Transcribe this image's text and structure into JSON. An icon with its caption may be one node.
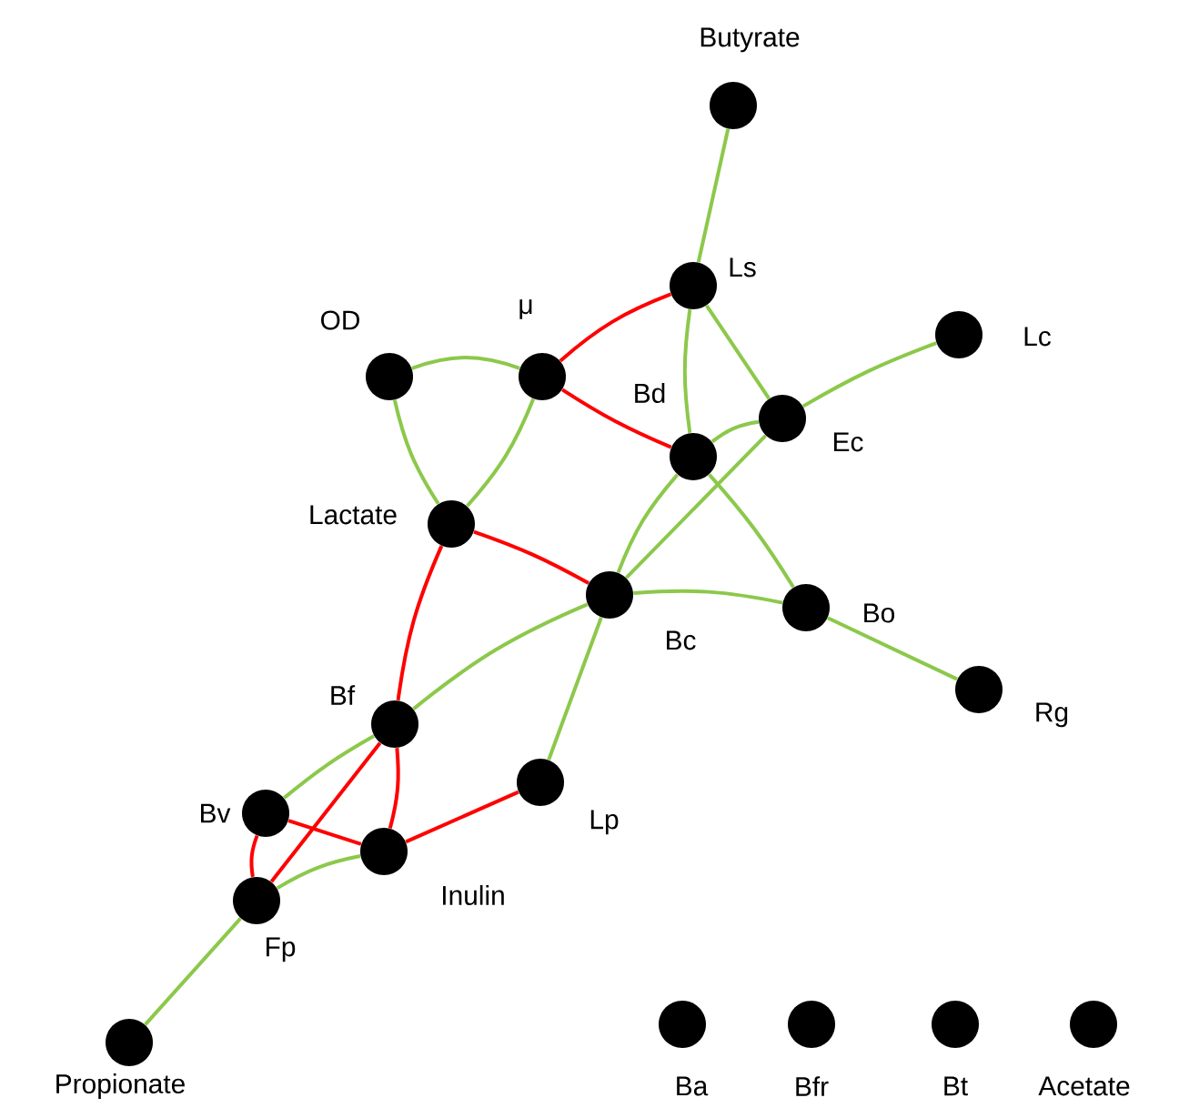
{
  "diagram": {
    "nodes": [
      {
        "text": [],
        "shape": "circle",
        "beside": [
          "Butyrate"
        ]
      },
      {
        "text": [],
        "shape": "circle",
        "beside": [
          "Ls"
        ]
      },
      {
        "text": [],
        "shape": "circle",
        "beside": [
          "OD"
        ]
      },
      {
        "text": [],
        "shape": "circle",
        "beside": [
          "μ"
        ]
      },
      {
        "text": [],
        "shape": "circle",
        "beside": [
          "Bd"
        ]
      },
      {
        "text": [],
        "shape": "circle",
        "beside": [
          "Ec"
        ]
      },
      {
        "text": [],
        "shape": "circle",
        "beside": [
          "Lc"
        ]
      },
      {
        "text": [],
        "shape": "circle",
        "beside": [
          "Lactate"
        ]
      },
      {
        "text": [],
        "shape": "circle",
        "beside": [
          "Bc"
        ]
      },
      {
        "text": [],
        "shape": "circle",
        "beside": [
          "Bo"
        ]
      },
      {
        "text": [],
        "shape": "circle",
        "beside": [
          "Rg"
        ]
      },
      {
        "text": [],
        "shape": "circle",
        "beside": [
          "Bf"
        ]
      },
      {
        "text": [],
        "shape": "circle",
        "beside": [
          "Bv"
        ]
      },
      {
        "text": [],
        "shape": "circle",
        "beside": [
          "Lp"
        ]
      },
      {
        "text": [],
        "shape": "circle",
        "beside": [
          "Inulin"
        ]
      },
      {
        "text": [],
        "shape": "circle",
        "beside": [
          "Fp"
        ]
      },
      {
        "text": [],
        "shape": "circle",
        "beside": [
          "Propionate"
        ]
      },
      {
        "text": [],
        "shape": "circle",
        "beside": [
          "Ba"
        ]
      },
      {
        "text": [],
        "shape": "circle",
        "beside": [
          "Bfr"
        ]
      },
      {
        "text": [],
        "shape": "circle",
        "beside": [
          "Bt"
        ]
      },
      {
        "text": [],
        "shape": "circle",
        "beside": [
          "Acetate"
        ]
      }
    ],
    "edges": [
      {
        "from": 0,
        "to": 1,
        "arrow": "none"
      },
      {
        "from": 1,
        "to": 4,
        "arrow": "none"
      },
      {
        "from": 1,
        "to": 5,
        "arrow": "none"
      },
      {
        "from": 2,
        "to": 3,
        "arrow": "none"
      },
      {
        "from": 2,
        "to": 7,
        "arrow": "none"
      },
      {
        "from": 3,
        "to": 7,
        "arrow": "none"
      },
      {
        "from": 4,
        "to": 5,
        "arrow": "none"
      },
      {
        "from": 5,
        "to": 6,
        "arrow": "none"
      },
      {
        "from": 5,
        "to": 8,
        "arrow": "none"
      },
      {
        "from": 4,
        "to": 8,
        "arrow": "none"
      },
      {
        "from": 4,
        "to": 9,
        "arrow": "none"
      },
      {
        "from": 8,
        "to": 9,
        "arrow": "none"
      },
      {
        "from": 9,
        "to": 10,
        "arrow": "none"
      },
      {
        "from": 8,
        "to": 11,
        "arrow": "none"
      },
      {
        "from": 11,
        "to": 12,
        "arrow": "none"
      },
      {
        "from": 8,
        "to": 13,
        "arrow": "none"
      },
      {
        "from": 15,
        "to": 14,
        "arrow": "none"
      },
      {
        "from": 15,
        "to": 16,
        "arrow": "none"
      },
      {
        "from": 3,
        "to": 1,
        "arrow": "none",
        "color": "#ff0000"
      },
      {
        "from": 3,
        "to": 4,
        "arrow": "none",
        "color": "#ff0000"
      },
      {
        "from": 7,
        "to": 8,
        "arrow": "none",
        "color": "#ff0000"
      },
      {
        "from": 7,
        "to": 11,
        "arrow": "none",
        "color": "#ff0000"
      },
      {
        "from": 11,
        "to": 15,
        "arrow": "none",
        "color": "#ff0000"
      },
      {
        "from": 11,
        "to": 14,
        "arrow": "none",
        "color": "#ff0000"
      },
      {
        "from": 12,
        "to": 14,
        "arrow": "none",
        "color": "#ff0000"
      },
      {
        "from": 12,
        "to": 15,
        "arrow": "none",
        "color": "#ff0000"
      },
      {
        "from": 14,
        "to": 13,
        "arrow": "none",
        "color": "#ff0000"
      }
    ]
  }
}
